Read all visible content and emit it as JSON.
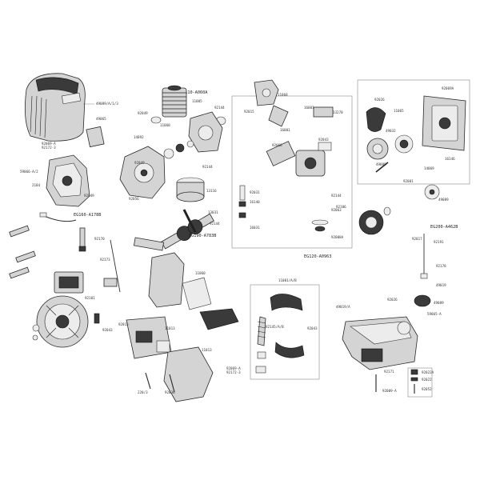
{
  "group_codes": {
    "cylinder": "EG110-A060A",
    "crankcase": "EG190-A783B",
    "carburetor": "EG120-A0963",
    "fuel_tank": "EG200-A462B",
    "ignition": "EG160-A178B"
  },
  "part_numbers": {
    "cover_top": "49089/A/1/3",
    "cover_mid": "49065",
    "cover_bottom": "92069-A",
    "cover_bottom2": "92172-3",
    "fan_housing": "59066-A/2",
    "fan_small": "2184",
    "fan_small2": "92049",
    "cyl_a": "11005",
    "cyl_b": "92049",
    "cyl_c": "92144",
    "cyl_d": "11060",
    "crank_a": "14092",
    "crank_b": "92049",
    "crank_c": "92144",
    "crank_d": "92056",
    "crank_e": "13116",
    "crank_f": "13031",
    "crank_g": "92144",
    "carb_a": "92015",
    "carb_b": "11068",
    "carb_c": "16001",
    "carb_d": "16001",
    "carb_e": "92068",
    "carb_f": "92043",
    "carb_g": "13270",
    "carb_h": "92031",
    "carb_i": "16140",
    "carb_j": "16031",
    "carb_k": "92144",
    "carb_l": "92063",
    "carb_m": "92008A",
    "starter_a": "92069A",
    "starter_b": "11065",
    "starter_c": "92026",
    "starter_d": "49032",
    "starter_e": "49089",
    "starter_f": "16146",
    "starter_g": "14069",
    "starter_h": "92081",
    "starter_i": "49089",
    "starter_j": "92106",
    "ign_a": "92170",
    "ign_b": "92173",
    "ign_c": "92101",
    "ign_d": "92043",
    "muffler_a": "11060",
    "muffler_b": "11013",
    "muffler_c": "11013",
    "muffler_d": "92069-A",
    "muffler_e": "92172-3",
    "muffler_f": "220/3",
    "muffler_g": "92036",
    "muffler_h": "92015",
    "clutch_a": "11001/A/B",
    "clutch_b": "92145/A/B",
    "clutch_c": "92043",
    "tank_a": "92017",
    "tank_b": "92191",
    "tank_c": "92178",
    "tank_d": "49019",
    "tank_e": "49089",
    "tank_f": "59065-A",
    "tank_g": "49019/A",
    "tank_h": "92026",
    "tank_i": "92022A",
    "tank_j": "92022",
    "tank_k": "92052",
    "tank_l": "92171",
    "tank_m": "92009-A"
  },
  "colors": {
    "line": "#2a2a2a",
    "part_fill": "#d4d4d4",
    "dark_fill": "#3a3a3a"
  }
}
